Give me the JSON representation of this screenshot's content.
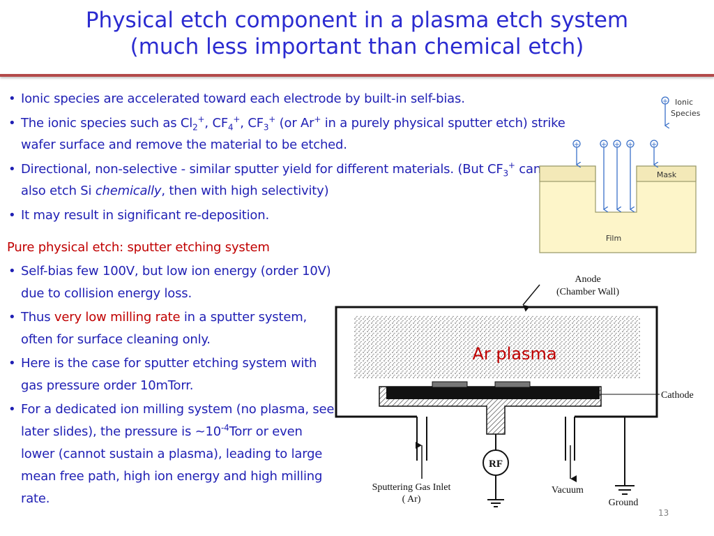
{
  "title": {
    "line1": "Physical etch component in a plasma etch system",
    "line2": "(much less important than chemical etch)"
  },
  "top_bullets": {
    "b1": "Ionic species are accelerated toward each electrode by built-in self-bias.",
    "b2": {
      "t1": "The ionic species such as Cl",
      "s1": "2",
      "p1": "+",
      "t2": ", CF",
      "s2": "4",
      "p2": "+",
      "t3": ", CF",
      "s3": "3",
      "p3": "+",
      "t4": " (or Ar",
      "p4": "+",
      "t5": " in a purely physical sputter etch) strike wafer surface and remove the material to be etched."
    },
    "b3": {
      "t1": "Directional, non-selective  - similar sputter yield for different materials. (But CF",
      "s1": "3",
      "p1": "+",
      "t2": " can also etch Si ",
      "em": "chemically",
      "t3": ", then with high selectivity)"
    },
    "b4": "It  may result in significant re-deposition."
  },
  "section_head": "Pure physical etch: sputter etching system",
  "bottom_bullets": {
    "b1": "Self-bias few 100V, but low ion energy (order 10V) due to collision energy loss.",
    "b2": {
      "t1": "Thus ",
      "red": "very low milling rate",
      "t2": " in a sputter system, often for surface cleaning only."
    },
    "b3": "Here is the case for sputter etching system with gas pressure order 10mTorr.",
    "b4": {
      "t1": "For a dedicated ion milling system (no plasma, see later slides), the pressure is ~10",
      "sup": "-4",
      "t2": "Torr or even lower (cannot sustain a plasma), leading to large mean free path, high ion energy and high milling rate."
    }
  },
  "ion_diagram": {
    "ionic_line1": "Ionic",
    "ionic_line2": "Species",
    "plus": "+",
    "mask": "Mask",
    "film": "Film"
  },
  "chamber_diagram": {
    "anode_line1": "Anode",
    "anode_line2": "(Chamber Wall)",
    "plasma": "Ar plasma",
    "cathode": "Cathode",
    "rf": "RF",
    "gas_inlet_line1": "Sputtering Gas Inlet",
    "gas_inlet_line2": "( Ar)",
    "vacuum": "Vacuum",
    "ground": "Ground"
  },
  "page_number": "13",
  "colors": {
    "title": "#2b2bd0",
    "body_text": "#1f1fb4",
    "highlight_red": "#c00000",
    "rule": "#b34a4a",
    "film_fill": "#fdf5c9",
    "arrow_blue": "#3a70c8"
  }
}
